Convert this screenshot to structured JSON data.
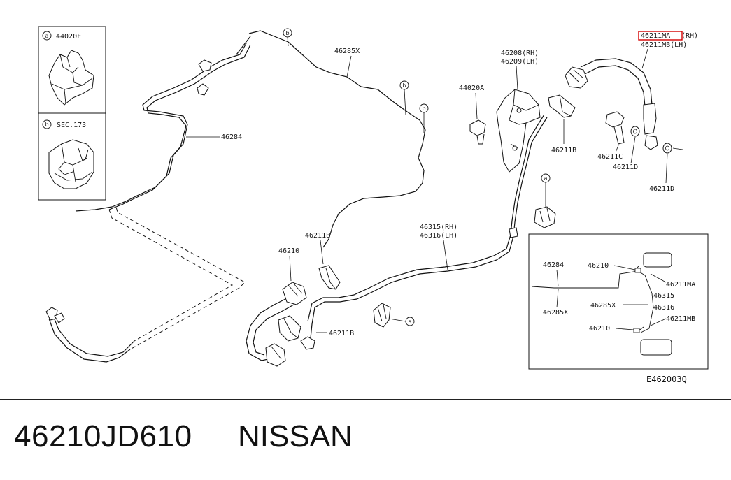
{
  "diagram": {
    "inset_labels": [
      {
        "marker": "a",
        "code": "44020F"
      },
      {
        "marker": "b",
        "code": "SEC.173"
      }
    ],
    "part_labels": {
      "p46285X": "46285X",
      "p46284": "46284",
      "p46208": "46208(RH)",
      "p46209": "46209(LH)",
      "p44020A": "44020A",
      "p46211MA": "46211MA",
      "p46211MA_suffix": "(RH)",
      "p46211MB": "46211MB(LH)",
      "p46211B_top": "46211B",
      "p46211C": "46211C",
      "p46211D_a": "46211D",
      "p46211D_b": "46211D",
      "p46315": "46315(RH)",
      "p46316": "46316(LH)",
      "p46210": "46210",
      "p46211B_mid": "46211B",
      "p46211B_low": "46211B"
    },
    "callouts": [
      "b",
      "b",
      "b",
      "a",
      "a"
    ],
    "overview": {
      "l46284": "46284",
      "l46285X": "46285X",
      "l46210_top": "46210",
      "l46211MA": "46211MA",
      "l46315": "46315",
      "l46285X_mid": "46285X",
      "l46316": "46316",
      "l46210_bot": "46210",
      "l46211MB": "46211MB"
    },
    "figure_code": "E462003Q",
    "highlight_color": "#d40000"
  },
  "footer": {
    "part_number": "46210JD610",
    "brand": "NISSAN"
  }
}
